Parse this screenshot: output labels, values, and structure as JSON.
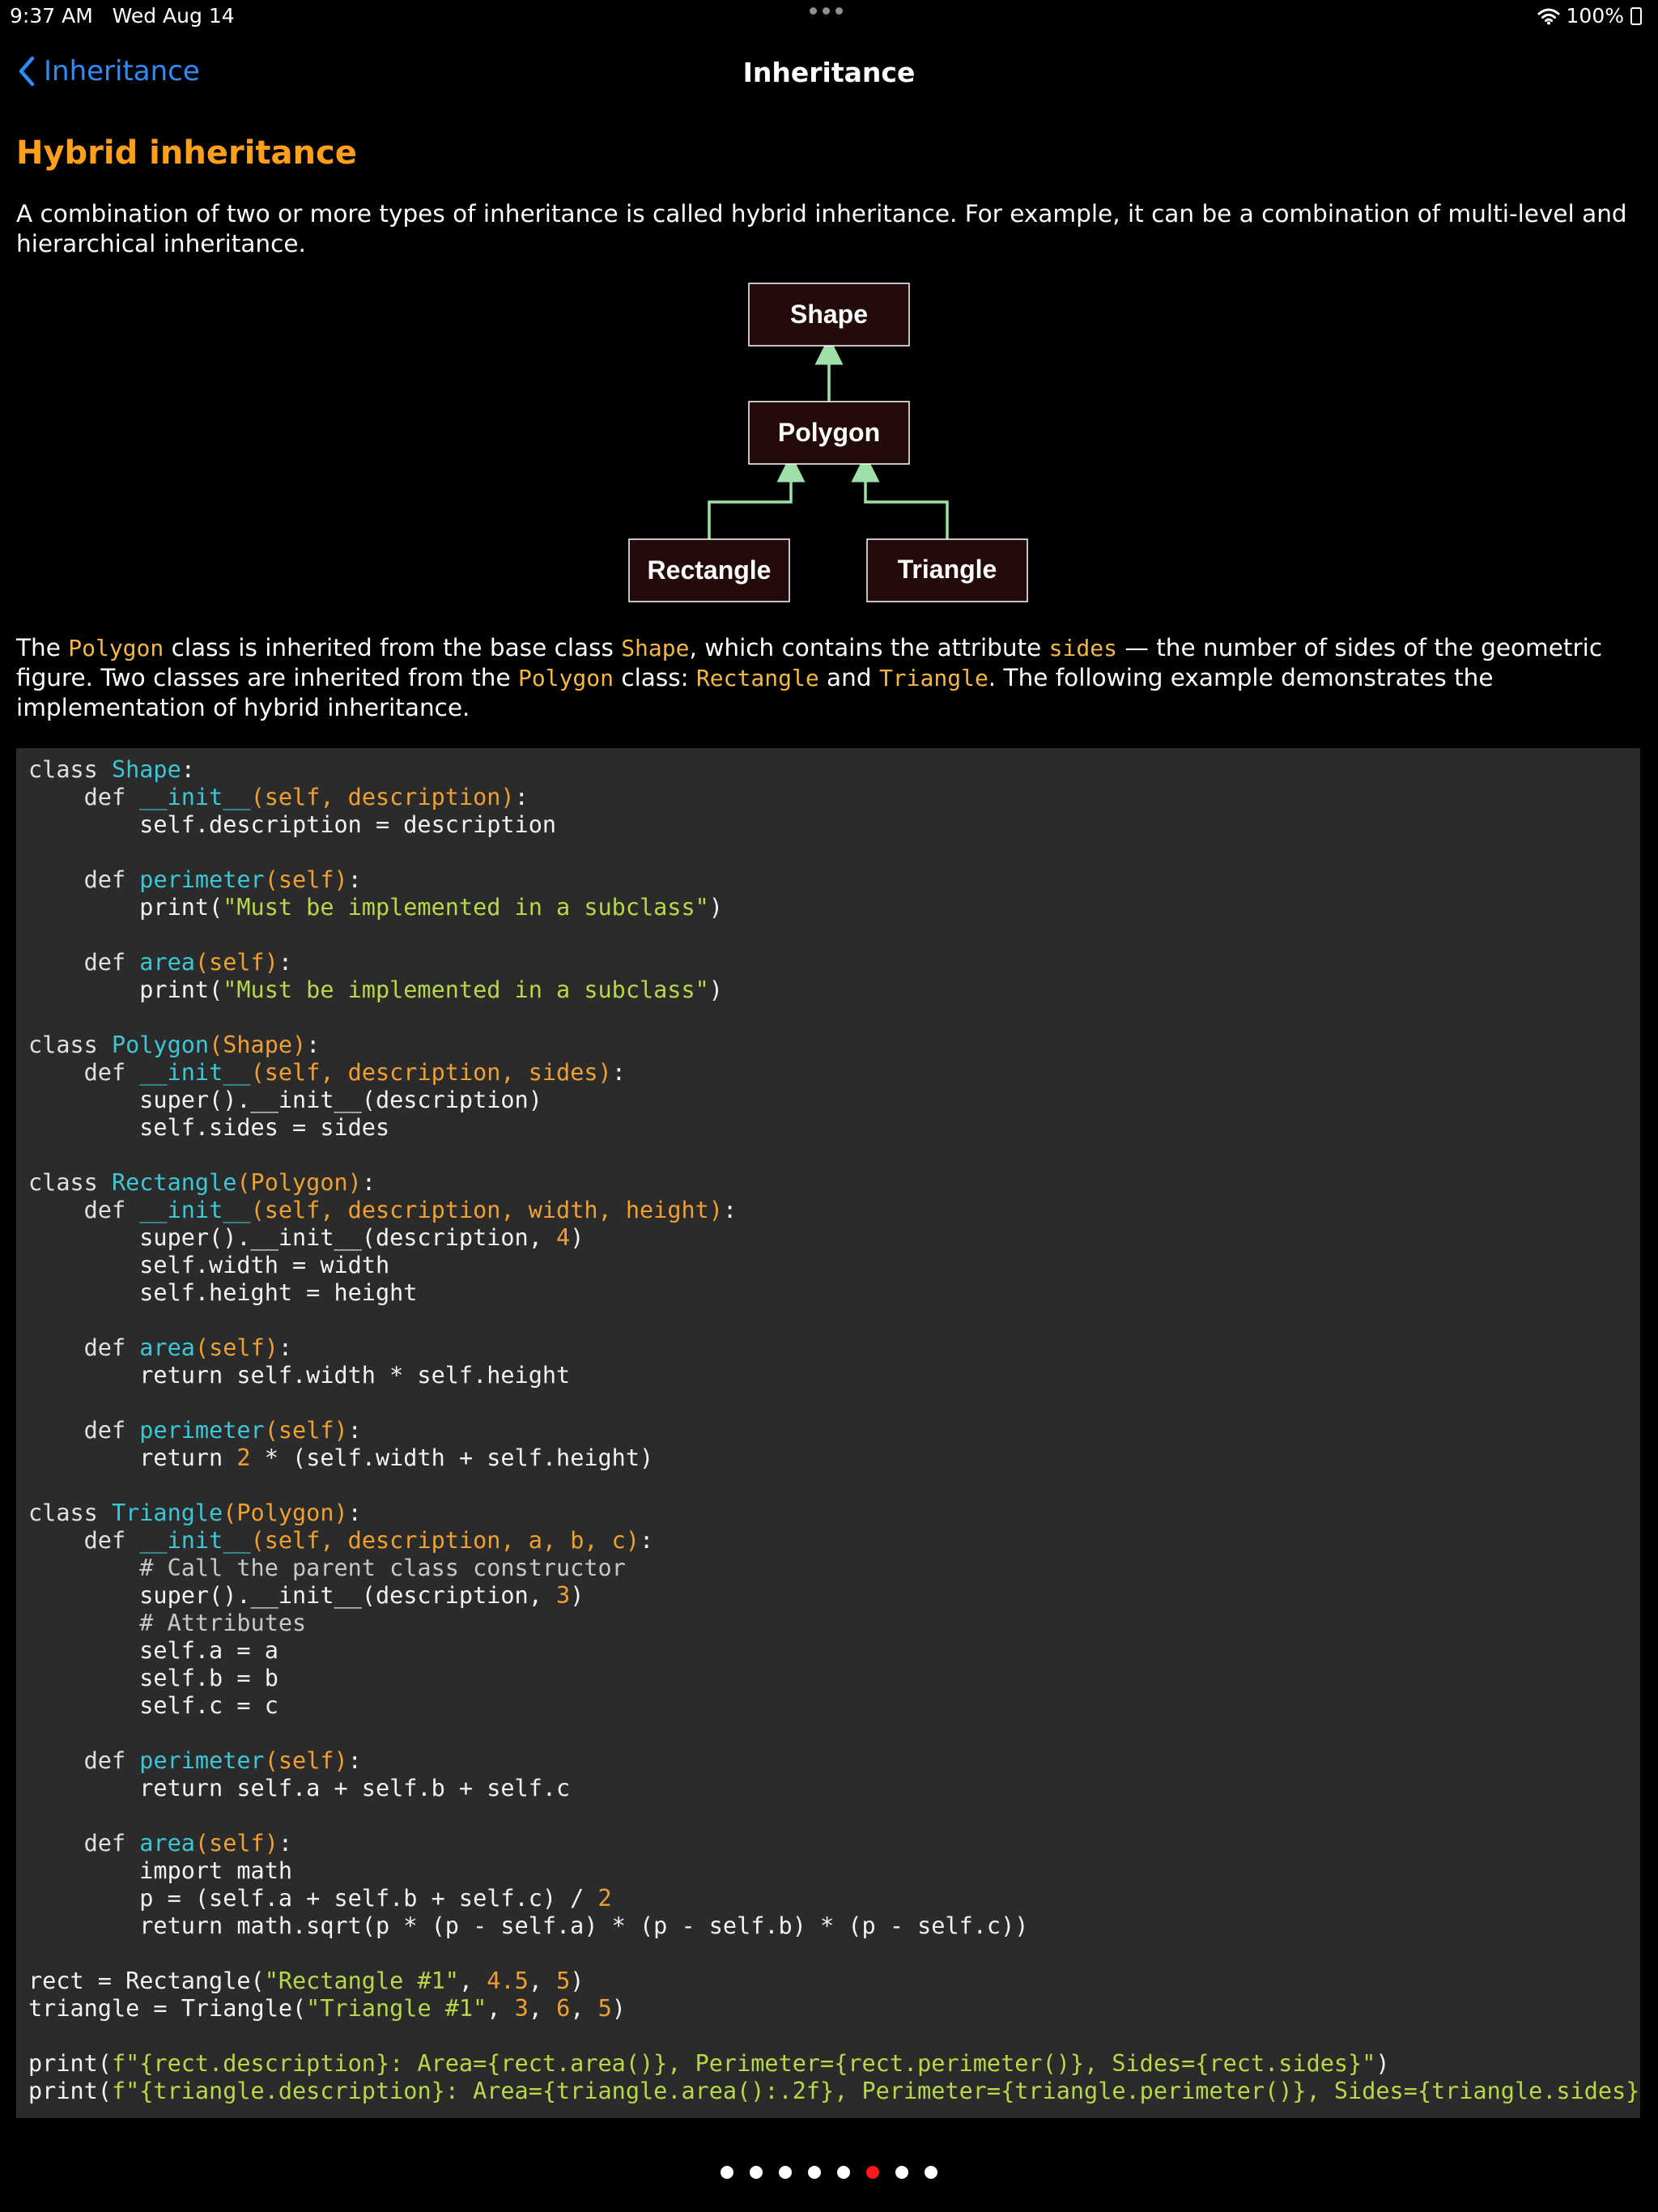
{
  "status": {
    "time": "9:37 AM",
    "date": "Wed Aug 14",
    "battery": "100%"
  },
  "nav": {
    "back_label": "Inheritance",
    "title": "Inheritance"
  },
  "section": {
    "title": "Hybrid inheritance"
  },
  "intro": "A combination of two or more types of inheritance is called hybrid inheritance. For example, it can be a combination of multi-level and hierarchical inheritance.",
  "diagram": {
    "nodes": {
      "shape": "Shape",
      "polygon": "Polygon",
      "rectangle": "Rectangle",
      "triangle": "Triangle"
    },
    "box_fill": "#230b0b",
    "arrow_color": "#9ee0a8"
  },
  "desc": {
    "t1": "The ",
    "polygon": "Polygon",
    "t2": " class is inherited from the base class ",
    "shape": "Shape",
    "t3": ", which contains the attribute ",
    "sides": "sides",
    "t4": " — the number of sides of the geometric figure. Two classes are inherited from the ",
    "polygon2": "Polygon",
    "t5": " class: ",
    "rectangle": "Rectangle",
    "t6": " and ",
    "triangle": "Triangle",
    "t7": ". The following example demonstrates the implementation of hybrid inheritance."
  },
  "code_lines": [
    [
      [
        "kw",
        "class "
      ],
      [
        "name",
        "Shape"
      ],
      [
        "",
        ":"
      ]
    ],
    [
      [
        "kw",
        "    def "
      ],
      [
        "name",
        "__init__"
      ],
      [
        "param",
        "(self, description)"
      ],
      [
        "",
        ":"
      ]
    ],
    [
      [
        "",
        "        self.description = description"
      ]
    ],
    [
      [
        "",
        ""
      ]
    ],
    [
      [
        "kw",
        "    def "
      ],
      [
        "name",
        "perimeter"
      ],
      [
        "param",
        "(self)"
      ],
      [
        "",
        ":"
      ]
    ],
    [
      [
        "",
        "        print("
      ],
      [
        "str",
        "\"Must be implemented in a subclass\""
      ],
      [
        "",
        ")"
      ]
    ],
    [
      [
        "",
        ""
      ]
    ],
    [
      [
        "kw",
        "    def "
      ],
      [
        "name",
        "area"
      ],
      [
        "param",
        "(self)"
      ],
      [
        "",
        ":"
      ]
    ],
    [
      [
        "",
        "        print("
      ],
      [
        "str",
        "\"Must be implemented in a subclass\""
      ],
      [
        "",
        ")"
      ]
    ],
    [
      [
        "",
        ""
      ]
    ],
    [
      [
        "kw",
        "class "
      ],
      [
        "name",
        "Polygon"
      ],
      [
        "param",
        "(Shape)"
      ],
      [
        "",
        ":"
      ]
    ],
    [
      [
        "kw",
        "    def "
      ],
      [
        "name",
        "__init__"
      ],
      [
        "param",
        "(self, description, sides)"
      ],
      [
        "",
        ":"
      ]
    ],
    [
      [
        "",
        "        super().__init__(description)"
      ]
    ],
    [
      [
        "",
        "        self.sides = sides"
      ]
    ],
    [
      [
        "",
        ""
      ]
    ],
    [
      [
        "kw",
        "class "
      ],
      [
        "name",
        "Rectangle"
      ],
      [
        "param",
        "(Polygon)"
      ],
      [
        "",
        ":"
      ]
    ],
    [
      [
        "kw",
        "    def "
      ],
      [
        "name",
        "__init__"
      ],
      [
        "param",
        "(self, description, width, height)"
      ],
      [
        "",
        ":"
      ]
    ],
    [
      [
        "",
        "        super().__init__(description, "
      ],
      [
        "num",
        "4"
      ],
      [
        "",
        ")"
      ]
    ],
    [
      [
        "",
        "        self.width = width"
      ]
    ],
    [
      [
        "",
        "        self.height = height"
      ]
    ],
    [
      [
        "",
        ""
      ]
    ],
    [
      [
        "kw",
        "    def "
      ],
      [
        "name",
        "area"
      ],
      [
        "param",
        "(self)"
      ],
      [
        "",
        ":"
      ]
    ],
    [
      [
        "",
        "        return self.width * self.height"
      ]
    ],
    [
      [
        "",
        ""
      ]
    ],
    [
      [
        "kw",
        "    def "
      ],
      [
        "name",
        "perimeter"
      ],
      [
        "param",
        "(self)"
      ],
      [
        "",
        ":"
      ]
    ],
    [
      [
        "",
        "        return "
      ],
      [
        "num",
        "2"
      ],
      [
        "",
        " * (self.width + self.height)"
      ]
    ],
    [
      [
        "",
        ""
      ]
    ],
    [
      [
        "kw",
        "class "
      ],
      [
        "name",
        "Triangle"
      ],
      [
        "param",
        "(Polygon)"
      ],
      [
        "",
        ":"
      ]
    ],
    [
      [
        "kw",
        "    def "
      ],
      [
        "name",
        "__init__"
      ],
      [
        "param",
        "(self, description, a, b, c)"
      ],
      [
        "",
        ":"
      ]
    ],
    [
      [
        "cmt",
        "        # Call the parent class constructor"
      ]
    ],
    [
      [
        "",
        "        super().__init__(description, "
      ],
      [
        "num",
        "3"
      ],
      [
        "",
        ")"
      ]
    ],
    [
      [
        "cmt",
        "        # Attributes"
      ]
    ],
    [
      [
        "",
        "        self.a = a"
      ]
    ],
    [
      [
        "",
        "        self.b = b"
      ]
    ],
    [
      [
        "",
        "        self.c = c"
      ]
    ],
    [
      [
        "",
        ""
      ]
    ],
    [
      [
        "kw",
        "    def "
      ],
      [
        "name",
        "perimeter"
      ],
      [
        "param",
        "(self)"
      ],
      [
        "",
        ":"
      ]
    ],
    [
      [
        "",
        "        return self.a + self.b + self.c"
      ]
    ],
    [
      [
        "",
        ""
      ]
    ],
    [
      [
        "kw",
        "    def "
      ],
      [
        "name",
        "area"
      ],
      [
        "param",
        "(self)"
      ],
      [
        "",
        ":"
      ]
    ],
    [
      [
        "",
        "        import math"
      ]
    ],
    [
      [
        "",
        "        p = (self.a + self.b + self.c) / "
      ],
      [
        "num",
        "2"
      ]
    ],
    [
      [
        "",
        "        return math.sqrt(p * (p - self.a) * (p - self.b) * (p - self.c))"
      ]
    ],
    [
      [
        "",
        ""
      ]
    ],
    [
      [
        "",
        "rect = Rectangle("
      ],
      [
        "str",
        "\"Rectangle #1\""
      ],
      [
        "",
        ", "
      ],
      [
        "num",
        "4.5"
      ],
      [
        "",
        ", "
      ],
      [
        "num",
        "5"
      ],
      [
        "",
        ")"
      ]
    ],
    [
      [
        "",
        "triangle = Triangle("
      ],
      [
        "str",
        "\"Triangle #1\""
      ],
      [
        "",
        ", "
      ],
      [
        "num",
        "3"
      ],
      [
        "",
        ", "
      ],
      [
        "num",
        "6"
      ],
      [
        "",
        ", "
      ],
      [
        "num",
        "5"
      ],
      [
        "",
        ")"
      ]
    ],
    [
      [
        "",
        ""
      ]
    ],
    [
      [
        "",
        "print("
      ],
      [
        "str",
        "f\"{rect.description}: Area={rect.area()}, Perimeter={rect.perimeter()}, Sides={rect.sides}\""
      ],
      [
        "",
        ")"
      ]
    ],
    [
      [
        "",
        "print("
      ],
      [
        "str",
        "f\"{triangle.description}: Area={triangle.area():.2f}, Perimeter={triangle.perimeter()}, Sides={triangle.sides}\""
      ],
      [
        "",
        ")"
      ]
    ]
  ],
  "pager": {
    "count": 8,
    "active": 5,
    "active_color": "#ff1a1a"
  }
}
